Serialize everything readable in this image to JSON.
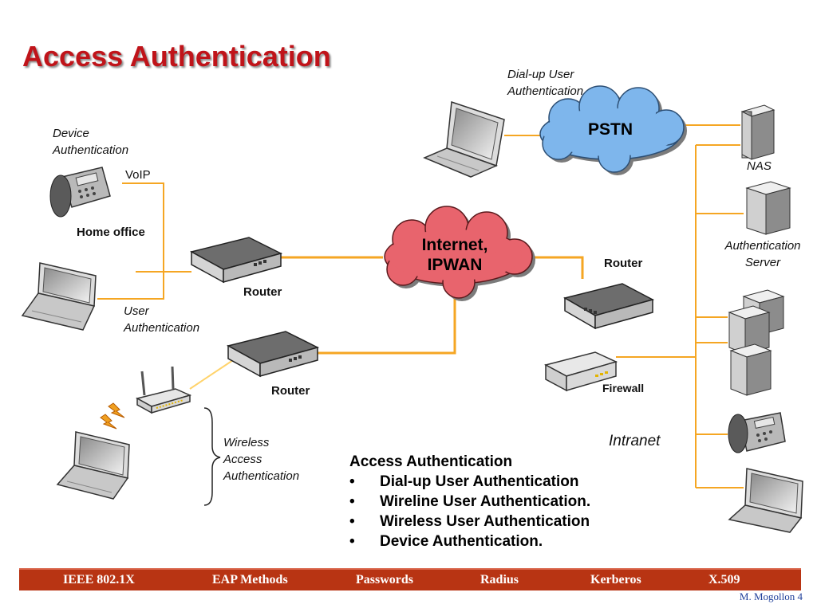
{
  "title": "Access Authentication",
  "labels": {
    "dialup_user_auth": "Dial-up User\nAuthentication",
    "device_auth": "Device\nAuthentication",
    "voip": "VoIP",
    "home_office": "Home office",
    "router_1": "Router",
    "router_2": "Router",
    "router_3": "Router",
    "user_auth": "User\nAuthentication",
    "wireless_access_auth": "Wireless\nAccess\nAuthentication",
    "nas": "NAS",
    "auth_server": "Authentication\nServer",
    "firewall": "Firewall",
    "intranet": "Intranet"
  },
  "clouds": {
    "pstn": "PSTN",
    "internet": "Internet,\nIPWAN"
  },
  "summary": {
    "heading": "Access Authentication",
    "items": [
      "Dial-up User Authentication",
      "Wireline User Authentication.",
      "Wireless User Authentication",
      "Device Authentication."
    ]
  },
  "footer": {
    "items": [
      "IEEE 802.1X",
      "EAP Methods",
      "Passwords",
      "Radius",
      "Kerberos",
      "X.509"
    ]
  },
  "credit": "M. Mogollon 4",
  "colors": {
    "title": "#c0141a",
    "link": "#f5a623",
    "pstn_cloud": "#7eb6ec",
    "internet_cloud": "#e8646d",
    "footer_bar": "#b83413"
  }
}
